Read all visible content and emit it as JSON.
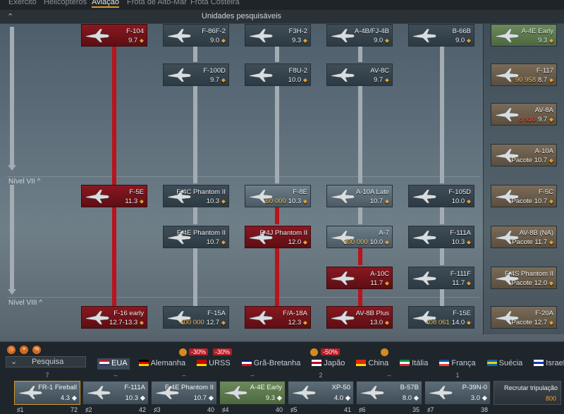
{
  "top_tabs": [
    "Exército",
    "Helicópteros",
    "Aviação",
    "Frota de Alto-Mar",
    "Frota Costeira"
  ],
  "active_tab": "Aviação",
  "header": {
    "title": "Unidades pesquisáveis",
    "collapse_icon": "double-chevron-up-icon"
  },
  "tiers": [
    {
      "label": "Nível VII ^"
    },
    {
      "label": "Nível VIII ^"
    }
  ],
  "cards": [
    {
      "name": "F-104",
      "br": "9.7",
      "style": "red"
    },
    {
      "name": "F-86F-2",
      "br": "9.0",
      "style": "researched"
    },
    {
      "name": "F3H-2",
      "br": "9.3",
      "style": "researched"
    },
    {
      "name": "A-4B/FJ-4B",
      "br": "9.0",
      "style": "researched"
    },
    {
      "name": "B-66B",
      "br": "9.0",
      "style": "researched"
    },
    {
      "name": "A-4E Early",
      "br": "9.3",
      "style": "green"
    },
    {
      "name": "F-100D",
      "br": "9.7",
      "style": "researched"
    },
    {
      "name": "F8U-2",
      "br": "10.0",
      "style": "researched"
    },
    {
      "name": "AV-8C",
      "br": "9.7",
      "style": "researched"
    },
    {
      "name": "F-117",
      "br": "8.7",
      "cost": "90 958",
      "style": "premium"
    },
    {
      "name": "AV-8A",
      "br": "9.7",
      "cost": "8 910",
      "style": "premium"
    },
    {
      "name": "A-10A",
      "br": "Pacote 10.7",
      "style": "premium"
    },
    {
      "name": "F-5E",
      "br": "11.3",
      "style": "red"
    },
    {
      "name": "F-4C Phantom II",
      "br": "10.3",
      "style": "researched"
    },
    {
      "name": "F-8E",
      "br": "10.3",
      "cost": "60 000",
      "style": "normal"
    },
    {
      "name": "A-10A Late",
      "br": "10.7",
      "style": "normal"
    },
    {
      "name": "F-105D",
      "br": "10.0",
      "style": "researched"
    },
    {
      "name": "F-5C",
      "br": "Pacote 10.7",
      "style": "premium"
    },
    {
      "name": "F-4E Phantom II",
      "br": "10.7",
      "style": "researched"
    },
    {
      "name": "F-4J Phantom II",
      "br": "12.0",
      "style": "red"
    },
    {
      "name": "A-7",
      "br": "10.0",
      "cost": "300 000",
      "style": "normal"
    },
    {
      "name": "F-111A",
      "br": "10.3",
      "style": "researched"
    },
    {
      "name": "AV-8B (NA)",
      "br": "Pacote 11.7",
      "style": "premium"
    },
    {
      "name": "A-10C",
      "br": "11.7",
      "style": "red"
    },
    {
      "name": "F-111F",
      "br": "11.7",
      "style": "researched"
    },
    {
      "name": "F-4S Phantom II",
      "br": "Pacote 12.0",
      "style": "premium"
    },
    {
      "name": "F-16 early",
      "br": "12.7-13.3",
      "style": "red"
    },
    {
      "name": "F-15A",
      "br": "12.7",
      "cost": "400 000",
      "style": "researched"
    },
    {
      "name": "F/A-18A",
      "br": "12.3",
      "style": "red"
    },
    {
      "name": "AV-8B Plus",
      "br": "13.0",
      "style": "red"
    },
    {
      "name": "F-15E",
      "br": "14.0",
      "cost": "408 061",
      "style": "researched"
    },
    {
      "name": "F-20A",
      "br": "Pacote 12.7",
      "style": "premium"
    }
  ],
  "search_label": "Pesquisa",
  "discounts": [
    "-30%",
    "-30%",
    "-50%"
  ],
  "nations": [
    {
      "label": "EUA",
      "active": true,
      "colors": [
        "#b22234",
        "#ffffff",
        "#3c3b6e"
      ]
    },
    {
      "label": "Alemanha",
      "colors": [
        "#000000",
        "#dd0000",
        "#ffce00"
      ]
    },
    {
      "label": "URSS",
      "colors": [
        "#cc0000",
        "#cc0000",
        "#ffd700"
      ]
    },
    {
      "label": "Grã-Bretanha",
      "colors": [
        "#012169",
        "#ffffff",
        "#c8102e"
      ]
    },
    {
      "label": "Japão",
      "colors": [
        "#ffffff",
        "#bc002d",
        "#ffffff"
      ]
    },
    {
      "label": "China",
      "colors": [
        "#de2910",
        "#de2910",
        "#ffde00"
      ]
    },
    {
      "label": "Itália",
      "colors": [
        "#009246",
        "#ffffff",
        "#ce2b37"
      ]
    },
    {
      "label": "França",
      "colors": [
        "#0055a4",
        "#ffffff",
        "#ef4135"
      ]
    },
    {
      "label": "Suécia",
      "colors": [
        "#006aa7",
        "#fecc00",
        "#006aa7"
      ]
    },
    {
      "label": "Israel",
      "colors": [
        "#ffffff",
        "#0038b8",
        "#ffffff"
      ]
    }
  ],
  "crew": [
    {
      "top": "7",
      "name": "FR-1 Fireball",
      "br": "4.3",
      "num": "1",
      "val": "72",
      "style": "active"
    },
    {
      "top": "–",
      "name": "F-111A",
      "br": "10.3",
      "num": "2",
      "val": "42"
    },
    {
      "top": "–",
      "name": "F-4E Phantom II",
      "br": "10.7",
      "num": "3",
      "val": "40"
    },
    {
      "top": "–",
      "name": "A-4E Early",
      "br": "9.3",
      "num": "4",
      "val": "40",
      "style": "green"
    },
    {
      "top": "2",
      "name": "XP-50",
      "br": "4.0",
      "num": "5",
      "val": "41"
    },
    {
      "top": "–",
      "name": "B-57B",
      "br": "8.0",
      "num": "6",
      "val": "35"
    },
    {
      "top": "1",
      "name": "P-39N-0",
      "br": "3.0",
      "num": "7",
      "val": "38"
    }
  ],
  "recruit": {
    "label": "Recrutar tripulação",
    "cost": "800"
  }
}
